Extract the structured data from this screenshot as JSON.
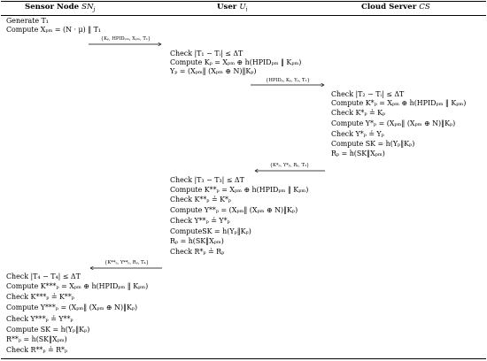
{
  "headers": {
    "sensor": {
      "label": "Sensor Node",
      "sym": "SN",
      "sub": "j"
    },
    "user": {
      "label": "User",
      "sym": "U",
      "sub": "i"
    },
    "cloud": {
      "label": "Cloud Server",
      "sym": "CS"
    }
  },
  "sensor_block1": [
    "Generate T₁",
    "Compute Xₚₘ = (N · μ) ‖ T₁"
  ],
  "msg1": "{Kₚ, HPIDₚₘ, Xₚₘ, T₁}",
  "user_block1": [
    "Check |T₁ − Tᵢ| ≤ ΔT",
    "Compute Kₚ = Xₚₘ ⊕ h(HPIDₚₘ ‖ Kₚₘ)",
    "Yₚ = (Xₚₘ‖ (Xₚₘ ⊕ N)‖Kₚ)"
  ],
  "msg2": "{HPIDₚ, Kₚ, Yₚ, T₂}",
  "cloud_block": [
    "Check |T₂ − Tᵢ| ≤ ΔT",
    "Compute K*ₚ = Xₚₘ ⊕ h(HPIDₚₘ ‖ Kₚₘ)",
    "Check K*ₚ ≟ Kₚ",
    "Compute Y*ₚ = (Xₚₘ‖ (Xₚₘ ⊕ N)‖Kₚ)",
    "Check Y*ₚ ≟ Yₚ",
    "Compute SK = h(Yₚ‖Kₚ)",
    "Rₚ = h(SK‖Xₚₘ)"
  ],
  "msg3": "{K*ₚ, Y*ₚ, Rₚ, T₃}",
  "user_block2": [
    "Check |T₃ − T₃| ≤ ΔT",
    "Compute K**ₚ = Xₚₘ ⊕ h(HPIDₚₘ ‖ Kₚₘ)",
    "Check K**ₚ ≟ K*ₚ",
    "Compute Y**ₚ = (Xₚₘ‖ (Xₚₘ ⊕ N)‖Kₚ)",
    "Check Y**ₚ ≟ Y*ₚ",
    "ComputeSK = h(Yₚ‖Kₚ)",
    "Rₚ = h(SK‖Xₚₘ)",
    "Check R*ₚ ≟ Rₚ"
  ],
  "msg4": "{K**ₚ, Y**ₚ, Rₚ, T₄}",
  "sensor_block2": [
    "Check |T₄ − T₄| ≤ ΔT",
    "Compute K***ₚ = Xₚₘ ⊕ h(HPIDₚₘ ‖ Kₚₘ)",
    "Check K***ₚ ≟ K**ₚ",
    "Compute Y***ₚ = (Xₚₘ‖ (Xₚₘ ⊕ N)‖Kₚ)",
    "Check Y***ₚ ≟ Y**ₚ",
    "Compute SK = h(Yₚ‖Kₚ)",
    "R**ₚ = h(SK‖Xₚₘ)",
    "Check R**ₚ ≟ R*ₚ"
  ]
}
